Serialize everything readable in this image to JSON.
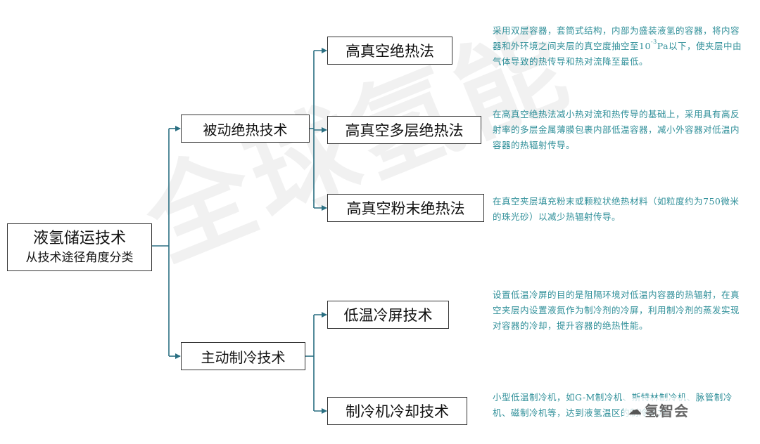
{
  "watermark": "全球氢能",
  "root": {
    "line1": "液氢储运技术",
    "line2": "从技术途径角度分类"
  },
  "categories": [
    {
      "label": "被动绝热技术",
      "methods": [
        {
          "label": "高真空绝热法",
          "desc_a": "采用双层容器，套筒式结构，内部为盛装液氢的容器，将内容器和外环境之间夹层的真空度抽空至10",
          "desc_sup": "-3",
          "desc_b": "Pa以下，使夹层中由气体导致的热传导和热对流降至最低。"
        },
        {
          "label": "高真空多层绝热法",
          "desc": "在高真空绝热法减小热对流和热传导的基础上，采用具有高反射率的多层金属薄膜包裹内部低温容器，减小外容器对低温内容器的热辐射传导。"
        },
        {
          "label": "高真空粉末绝热法",
          "desc": "在真空夹层填充粉末或颗粒状绝热材料（如粒度约为750微米的珠光砂）以减少热辐射传导。"
        }
      ]
    },
    {
      "label": "主动制冷技术",
      "methods": [
        {
          "label": "低温冷屏技术",
          "desc": "设置低温冷屏的目的是阻隔环境对低温内容器的热辐射，在真空夹层内设置液氮作为制冷剂的冷屏，利用制冷剂的蒸发实现对容器的冷却，提升容器的绝热性能。"
        },
        {
          "label": "制冷机冷却技术",
          "desc": "小型低温制冷机，如G-M制冷机、斯特林制冷机、脉管制冷机、磁制冷机等，达到液氢温区的制冷能力。"
        }
      ]
    }
  ],
  "logo": {
    "icon": "wechat-icon",
    "text": "氢智会"
  },
  "colors": {
    "connector": "#2a6f82",
    "desc_text": "#2f8f99",
    "box_border": "#333333"
  }
}
